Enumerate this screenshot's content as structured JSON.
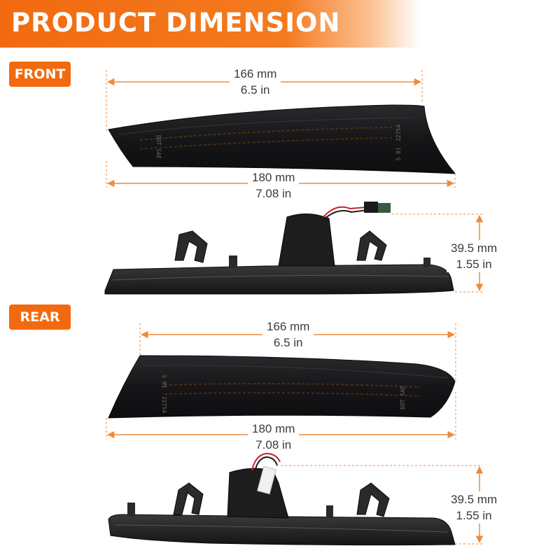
{
  "header": {
    "title": "PRODUCT DIMENSION"
  },
  "sections": {
    "front": {
      "label": "FRONT",
      "lens_markings": {
        "dot": "DOT SAE",
        "code": "22754",
        "rev": "5 01"
      },
      "top_dim": {
        "mm": "166 mm",
        "in": "6.5 in"
      },
      "bottom_dim": {
        "mm": "180 mm",
        "in": "7.08 in"
      },
      "height_dim": {
        "mm": "39.5 mm",
        "in": "1.55 in"
      }
    },
    "rear": {
      "label": "REAR",
      "lens_markings": {
        "dot": "DOT SAE",
        "code": "22754",
        "rev": "5 01"
      },
      "top_dim": {
        "mm": "166 mm",
        "in": "6.5 in"
      },
      "bottom_dim": {
        "mm": "180 mm",
        "in": "7.08 in"
      },
      "height_dim": {
        "mm": "39.5 mm",
        "in": "1.55 in"
      }
    }
  },
  "colors": {
    "accent": "#f26a0f",
    "dimension_line": "#f08a3a",
    "lens": "#1b1b1e",
    "housing": "#262626",
    "text": "#3a3a3a"
  }
}
